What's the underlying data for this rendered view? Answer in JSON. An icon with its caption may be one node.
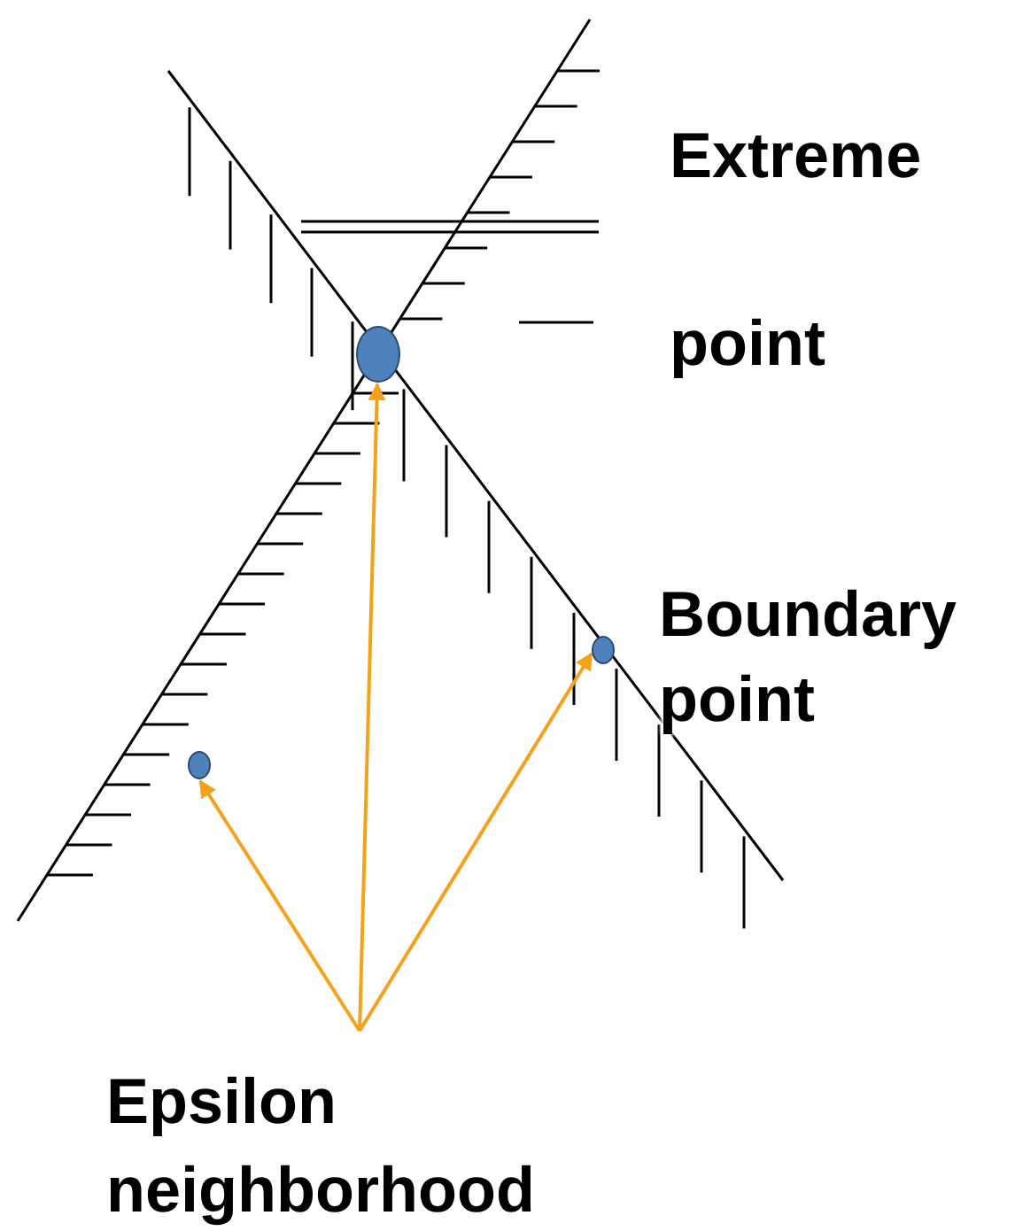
{
  "diagram": {
    "nodes": [
      {
        "text": [
          "Extreme point"
        ]
      },
      {
        "text": [],
        "shape": "circle"
      },
      {
        "text": [
          "Boundary point"
        ]
      },
      {
        "text": [],
        "shape": "circle"
      },
      {
        "text": [],
        "shape": "circle"
      },
      {
        "text": [
          "Epsilon neighborhood"
        ]
      }
    ],
    "edges": [
      {
        "from": 5,
        "to": 4,
        "arrow": "to"
      },
      {
        "from": 5,
        "to": 1,
        "arrow": "to"
      },
      {
        "from": 5,
        "to": 3,
        "arrow": "to"
      }
    ]
  }
}
